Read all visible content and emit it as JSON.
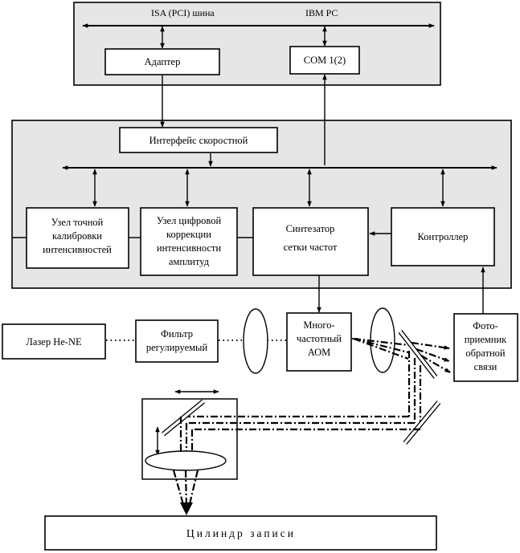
{
  "top_panel": {
    "bus_label": "ISA (PCI) шина",
    "pc_label": "IBM PC",
    "adapter": "Адаптер",
    "com_port": "COM 1(2)"
  },
  "controller_panel": {
    "fast_interface": "Интерфейс скоростной",
    "calibration_node": [
      "Узел точной",
      "калибровки",
      "интенсивностей"
    ],
    "correction_node": [
      "Узел цифровой",
      "коррекции",
      "интенсивности",
      "амплитуд"
    ],
    "synthesizer": [
      "Синтезатор",
      "сетки частот"
    ],
    "controller": "Контроллер"
  },
  "optics": {
    "laser": "Лазер He-NE",
    "filter": [
      "Фильтр",
      "регулируемый"
    ],
    "aom": [
      "Много-",
      "частотный",
      "АОМ"
    ],
    "photodetector": [
      "Фото-",
      "приемник",
      "обратной",
      "связи"
    ]
  },
  "recording": {
    "cylinder": "Цилиндр записи"
  }
}
